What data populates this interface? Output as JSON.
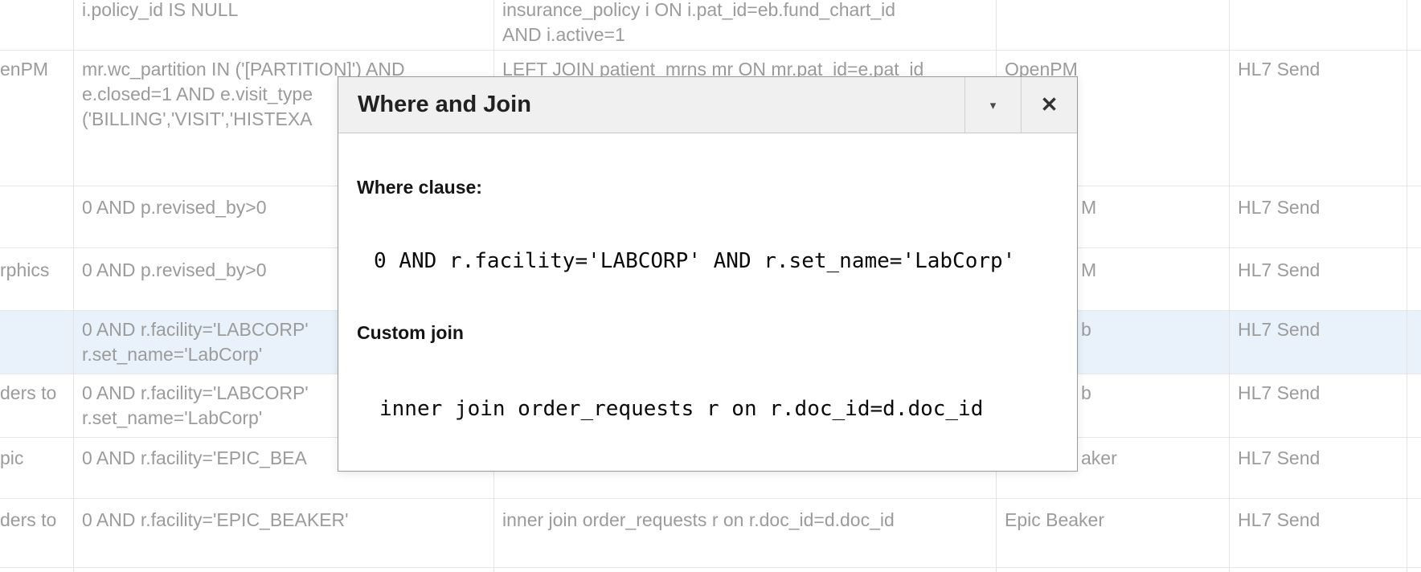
{
  "colors": {
    "selected_row_highlight": "#e9f2fa",
    "dialog_header_bg": "#f0f0f0",
    "table_muted_text": "#9b9b9b"
  },
  "table": {
    "rows": [
      {
        "name": "",
        "where": "i.policy_id IS NULL",
        "join": "insurance_policy i ON i.pat_id=eb.fund_chart_id\nAND i.active=1",
        "interface": "",
        "action": ""
      },
      {
        "name": "enPM",
        "where": "mr.wc_partition IN ('[PARTITION]') AND\ne.closed=1 AND e.visit_type\n('BILLING','VISIT','HISTEXA",
        "join": "LEFT JOIN patient_mrns mr ON mr.pat_id=e.pat_id",
        "interface": "OpenPM",
        "action": "HL7 Send"
      },
      {
        "name": "",
        "where": "0 AND p.revised_by>0",
        "join": "",
        "interface": "M",
        "action": "HL7 Send"
      },
      {
        "name": "rphics",
        "where": "0 AND p.revised_by>0",
        "join": "",
        "interface": "M",
        "action": "HL7 Send"
      },
      {
        "name": "",
        "where": "0 AND r.facility='LABCORP'\nr.set_name='LabCorp'",
        "join": "",
        "interface": "b",
        "action": "HL7 Send"
      },
      {
        "name": "ders to",
        "where": "0 AND r.facility='LABCORP'\nr.set_name='LabCorp'",
        "join": "",
        "interface": "b",
        "action": "HL7 Send"
      },
      {
        "name": "pic",
        "where": "0 AND r.facility='EPIC_BEA",
        "join": "",
        "interface": "aker",
        "action": "HL7 Send"
      },
      {
        "name": "ders to",
        "where": "0 AND r.facility='EPIC_BEAKER'",
        "join": "inner join order_requests r on r.doc_id=d.doc_id",
        "interface": "Epic Beaker",
        "action": "HL7 Send"
      }
    ]
  },
  "dialog": {
    "title": "Where and Join",
    "collapse_icon": "▾",
    "close_icon": "✕",
    "where_label": "Where clause:",
    "where_value": "0 AND r.facility='LABCORP' AND r.set_name='LabCorp'",
    "join_label": "Custom join",
    "join_value": "inner join order_requests r on r.doc_id=d.doc_id"
  }
}
